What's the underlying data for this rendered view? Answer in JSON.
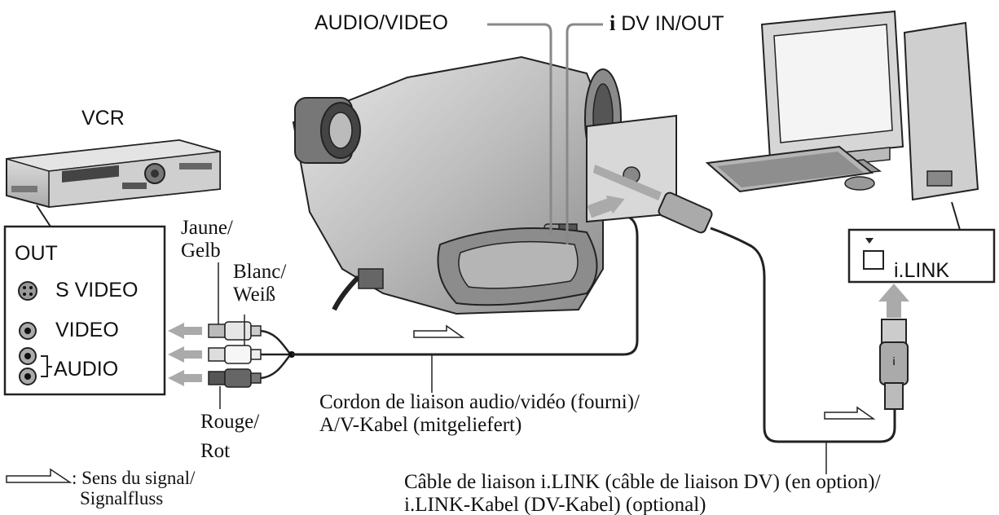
{
  "labels": {
    "audio_video_port": "AUDIO/VIDEO",
    "dv_port": "DV IN/OUT",
    "vcr": "VCR",
    "out": "OUT",
    "s_video": "S VIDEO",
    "video": "VIDEO",
    "audio": "AUDIO",
    "jaune": "Jaune/",
    "gelb": "Gelb",
    "blanc": "Blanc/",
    "weiss": "Weiß",
    "rouge": "Rouge/",
    "rot": "Rot",
    "av_cable_fr": "Cordon de liaison audio/vidéo (fourni)/",
    "av_cable_de": "A/V-Kabel (mitgeliefert)",
    "ilink_port": "i.LINK",
    "ilink_cable_fr": "Câble de liaison i.LINK (câble de liaison DV) (en option)/",
    "ilink_cable_de": "i.LINK-Kabel (DV-Kabel) (optional)",
    "signal_fr": ": Sens du signal/",
    "signal_de": "Signalfluss"
  },
  "icons": {
    "ilink_symbol": "i-link-icon",
    "signal_arrow": "hollow-arrow-icon",
    "s_video_jack": "s-video-jack-icon",
    "rca_jack": "rca-jack-icon"
  }
}
